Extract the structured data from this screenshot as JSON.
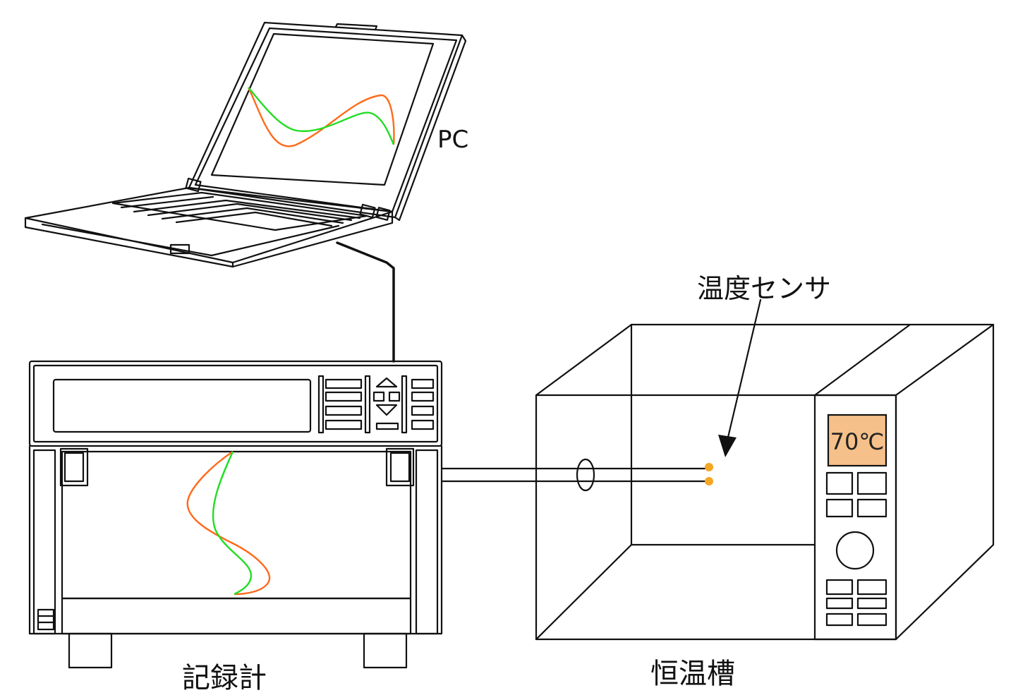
{
  "labels": {
    "pc": "PC",
    "sensor": "温度センサ",
    "recorder": "記録計",
    "chamber": "恒温槽"
  },
  "chamber_display": {
    "value": "70℃",
    "background": "#f5c08a"
  },
  "colors": {
    "line": "#111111",
    "trace_orange": "#ff6a1a",
    "trace_green": "#22dd22",
    "sensor_dot": "#f5a623"
  }
}
